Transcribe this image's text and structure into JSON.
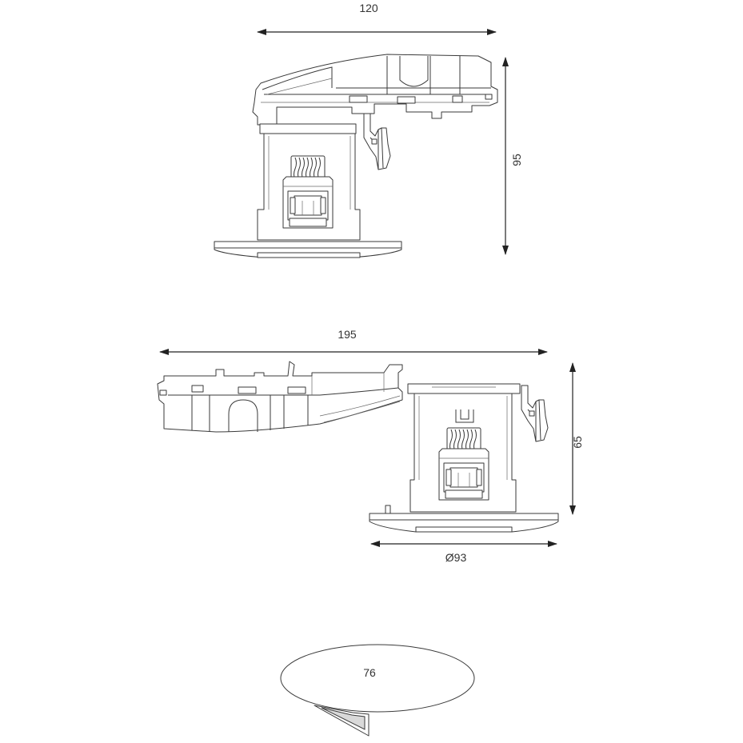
{
  "dimensions": {
    "top_width": "120",
    "top_height": "95",
    "side_length": "195",
    "side_height": "65",
    "flange_diameter": "Ø93",
    "cutout": "76"
  }
}
